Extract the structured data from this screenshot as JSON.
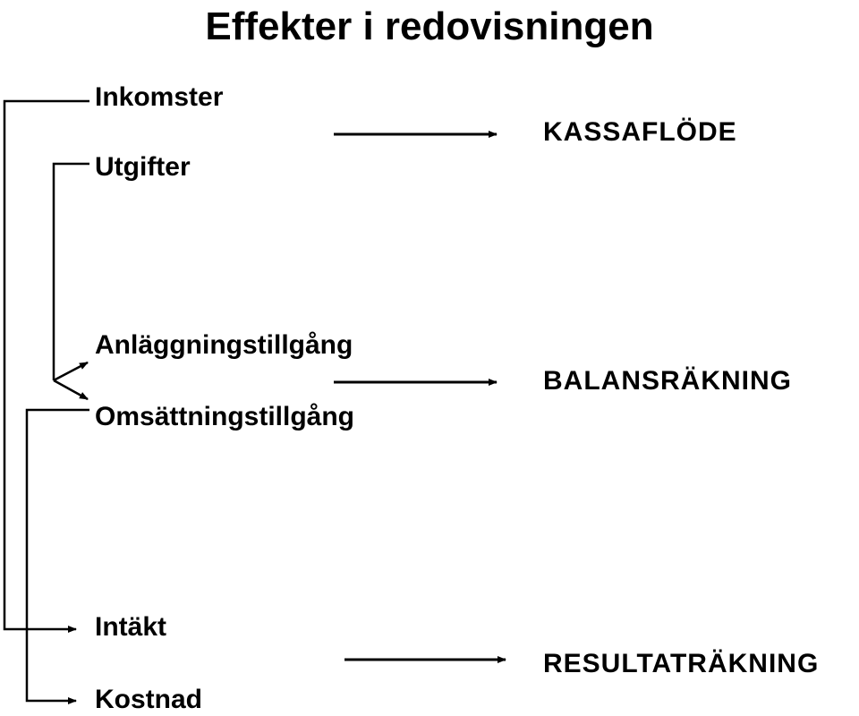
{
  "title": "Effekter i redovisningen",
  "items": {
    "inkomster": "Inkomster",
    "utgifter": "Utgifter",
    "anlaggningstillgang": "Anläggningstillgång",
    "omsattningstillgang": "Omsättningstillgång",
    "intakt": "Intäkt",
    "kostnad": "Kostnad"
  },
  "targets": {
    "kassaflode": "KASSAFLÖDE",
    "balansrakning": "BALANSRÄKNING",
    "resultatrakning": "RESULTATRÄKNING"
  },
  "colors": {
    "ink": "#000000",
    "background": "#ffffff"
  }
}
